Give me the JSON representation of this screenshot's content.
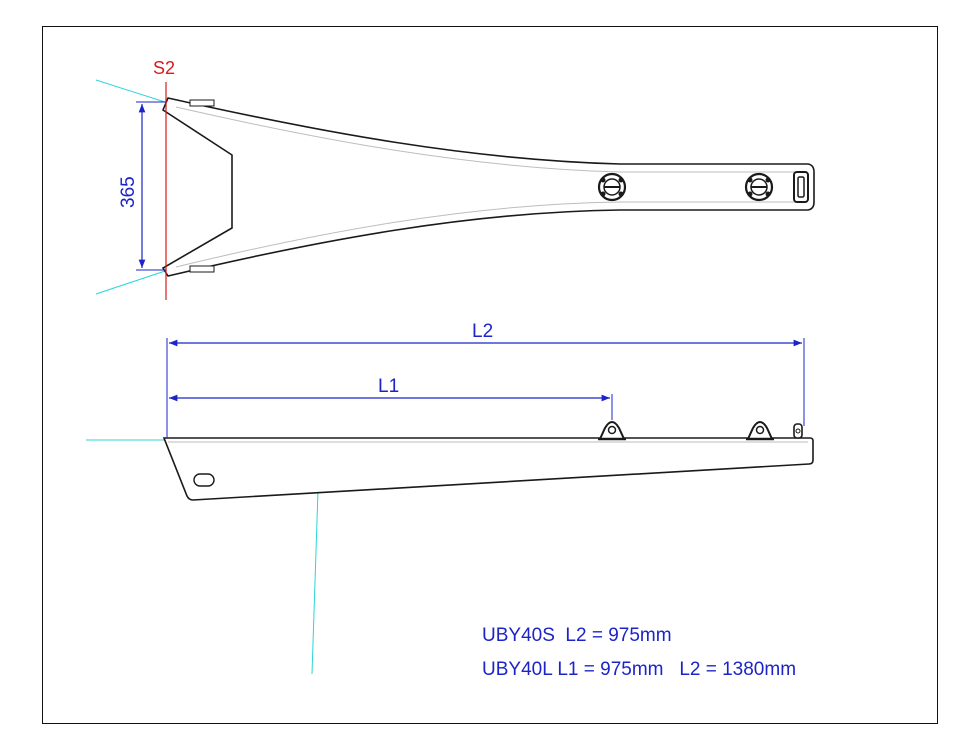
{
  "drawing": {
    "section_label": "S2",
    "width_dimension": "365",
    "dim_l2": "L2",
    "dim_l1": "L1",
    "spec_lines": [
      "UBY40S  L2 = 975mm",
      "UBY40L L1 = 975mm   L2 = 1380mm"
    ]
  },
  "colors": {
    "outline": "#1a1a1a",
    "dimension": "#1c24c8",
    "section": "#d81b1b",
    "reference": "#2ad6d6",
    "light": "#bdbdbd"
  }
}
